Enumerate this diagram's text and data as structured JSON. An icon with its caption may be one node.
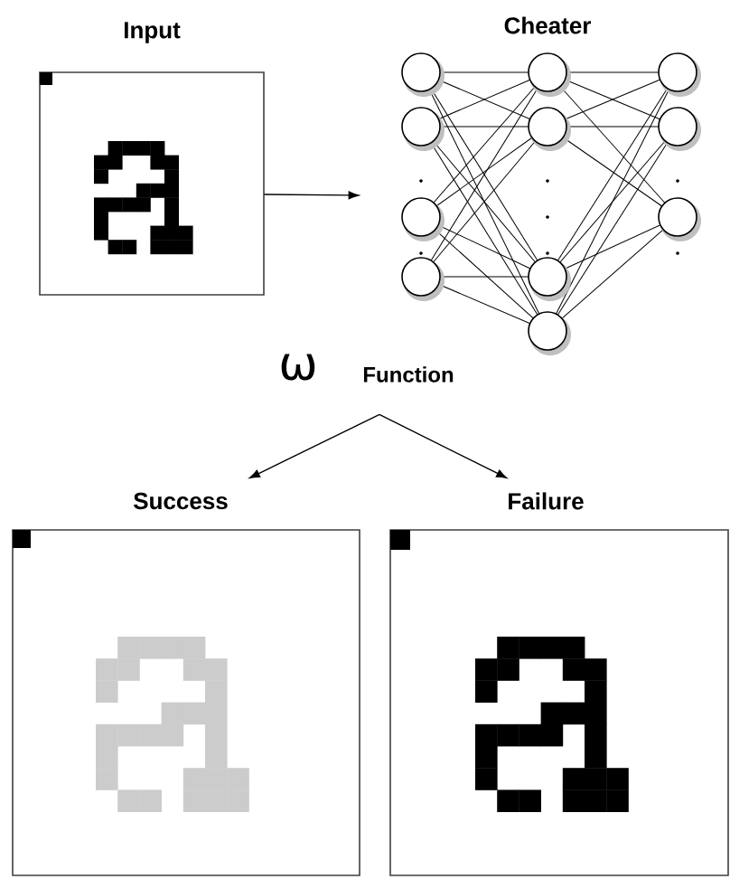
{
  "diagram": {
    "nodes": [
      {
        "text": [
          "Input"
        ]
      },
      {
        "text": [
          "Cheater"
        ]
      },
      {
        "text": [
          "ω",
          "Function"
        ]
      },
      {
        "text": [
          "Success"
        ]
      },
      {
        "text": [
          "Failure"
        ]
      }
    ],
    "edges": [
      {
        "from": 0,
        "to": 1,
        "arrow": "to"
      },
      {
        "from": 2,
        "to": 3,
        "arrow": "to"
      },
      {
        "from": 2,
        "to": 4,
        "arrow": "to"
      }
    ]
  }
}
